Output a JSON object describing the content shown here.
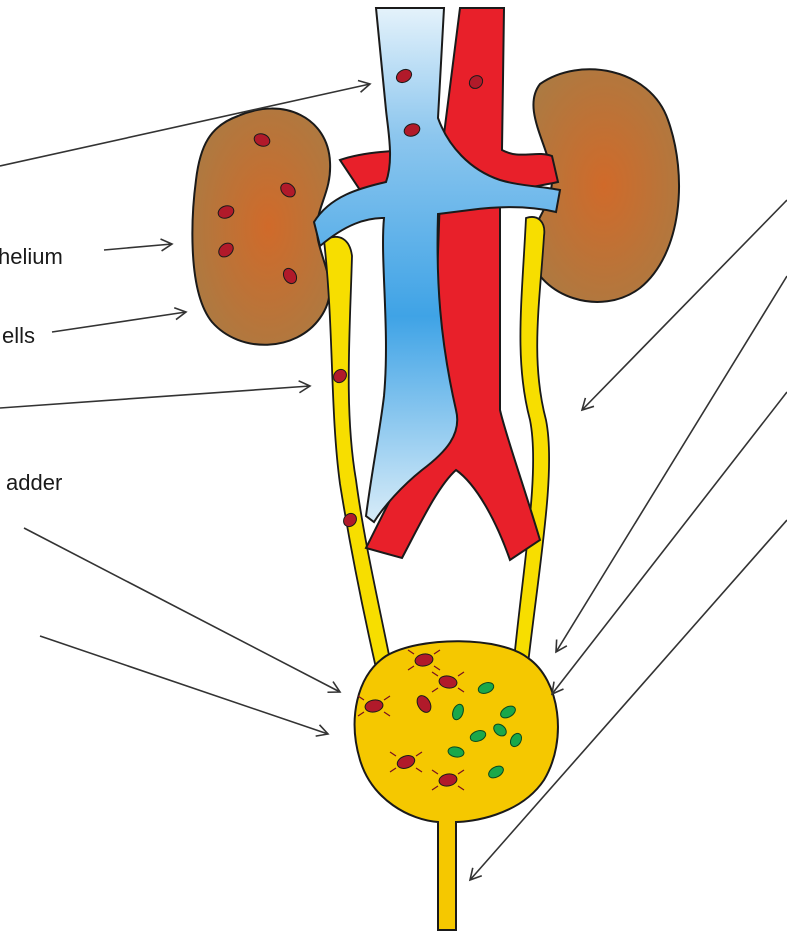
{
  "labels": [
    "helium",
    "ells",
    "adder"
  ],
  "colors": {
    "vein": "#5aaee8",
    "vein_light": "#cfe6f7",
    "artery": "#e8202a",
    "ureter": "#f7de00",
    "bladder": "#f5c800",
    "kidney": "#b07a3c",
    "kidney_center": "#d0702a",
    "bacteria_red": "#b11a2a",
    "bacteria_green": "#1aa84a"
  }
}
